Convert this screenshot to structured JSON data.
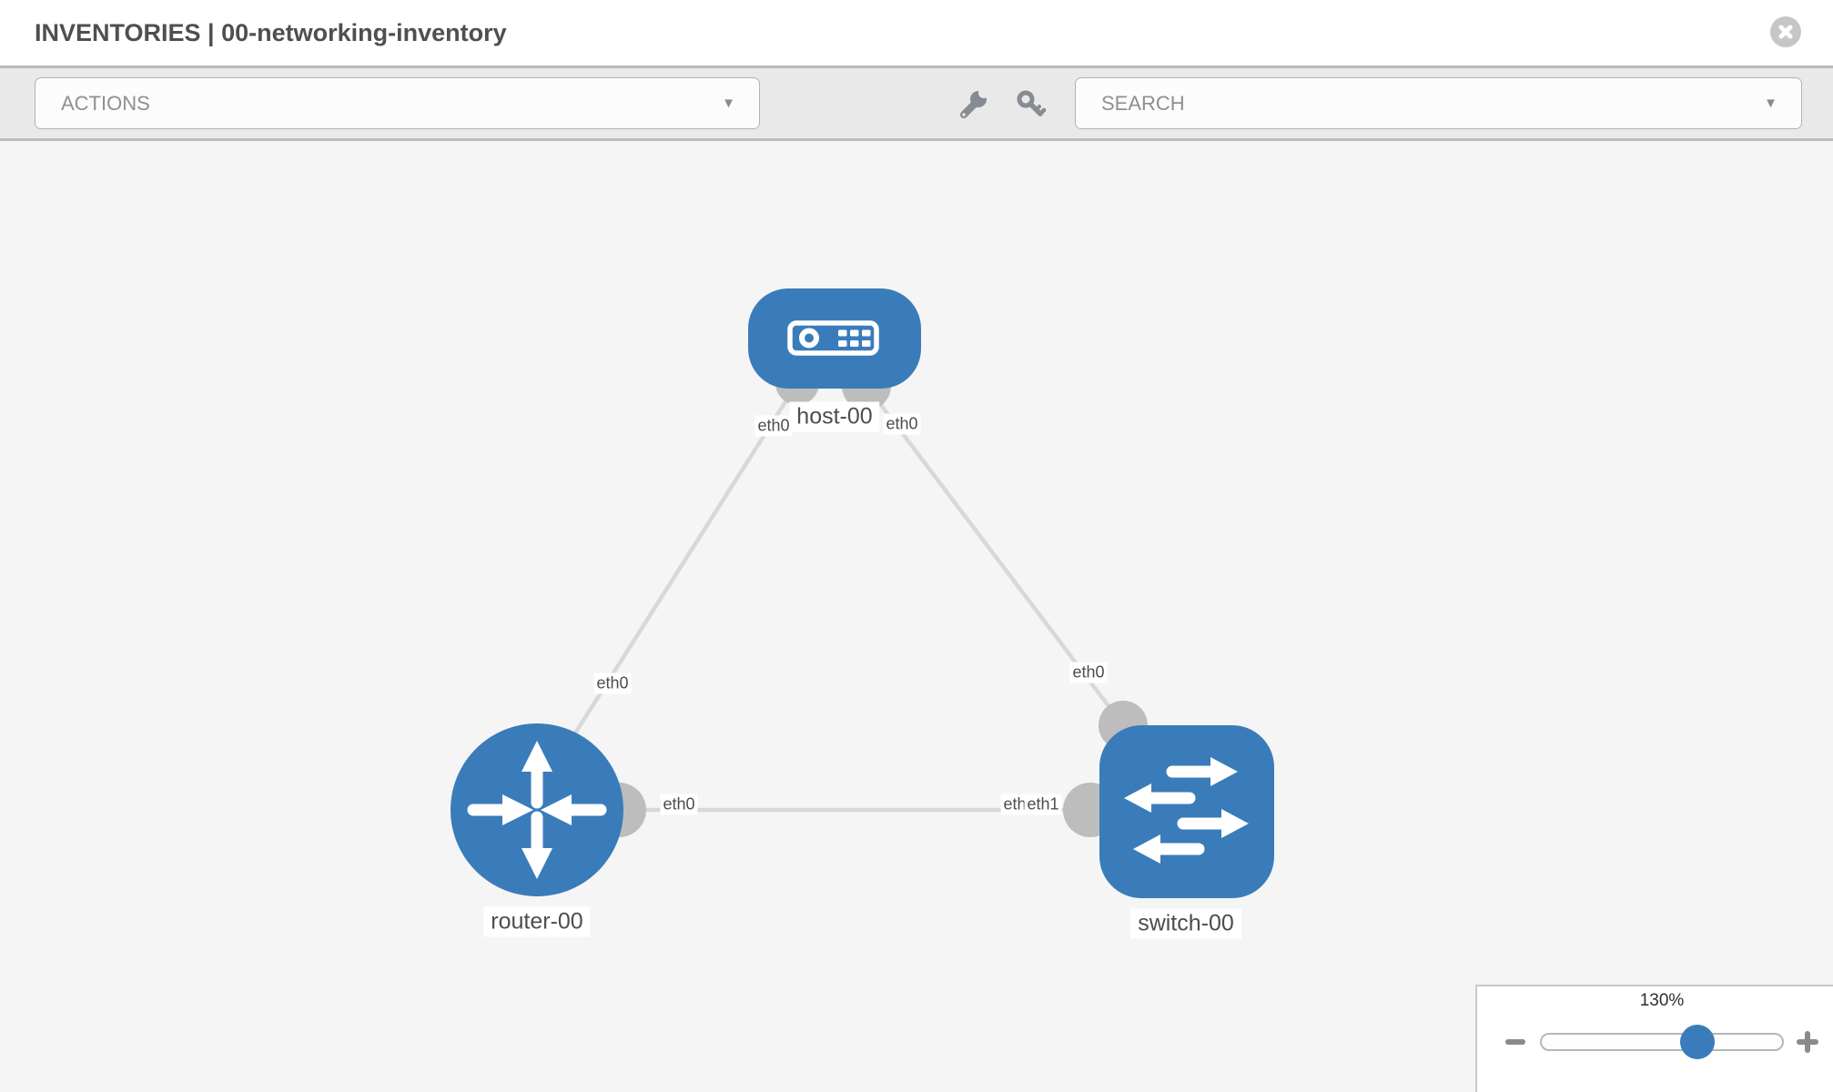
{
  "header": {
    "title": "INVENTORIES | 00-networking-inventory"
  },
  "toolbar": {
    "actions_value": "ACTIONS",
    "search_value": "SEARCH",
    "caret": "▼"
  },
  "icons": {
    "close": "circle-x",
    "wrench": "wrench-tool",
    "key": "key-tool",
    "host": "server-device",
    "router": "four-way-arrows",
    "switch": "crossing-arrows",
    "minus": "minus-sign",
    "plus": "plus-sign"
  },
  "topology": {
    "nodes": [
      {
        "label": "host-00",
        "type": "host",
        "interfaces": [
          "eth0",
          "eth0"
        ]
      },
      {
        "label": "router-00",
        "type": "router",
        "interfaces": [
          "eth0",
          "eth0"
        ]
      },
      {
        "label": "switch-00",
        "type": "switch",
        "interfaces": [
          "eth0",
          "eth1"
        ]
      }
    ],
    "links": [
      {
        "from": "host-00",
        "from_interface": "eth0",
        "to": "router-00",
        "to_interface": "eth0"
      },
      {
        "from": "host-00",
        "from_interface": "eth0",
        "to": "switch-00",
        "to_interface": "eth0"
      },
      {
        "from": "router-00",
        "from_interface": "eth0",
        "to": "switch-00",
        "to_interface": "eth1",
        "to_interface_shadow": "eth1"
      }
    ]
  },
  "zoom": {
    "level": "130%"
  },
  "colors": {
    "node_blue": "#3a7cba",
    "link_gray": "#d8d8d8",
    "interface_gray": "#bdbdbd",
    "canvas_bg": "#f5f5f5",
    "toolbar_bg": "#e9e9e9"
  }
}
